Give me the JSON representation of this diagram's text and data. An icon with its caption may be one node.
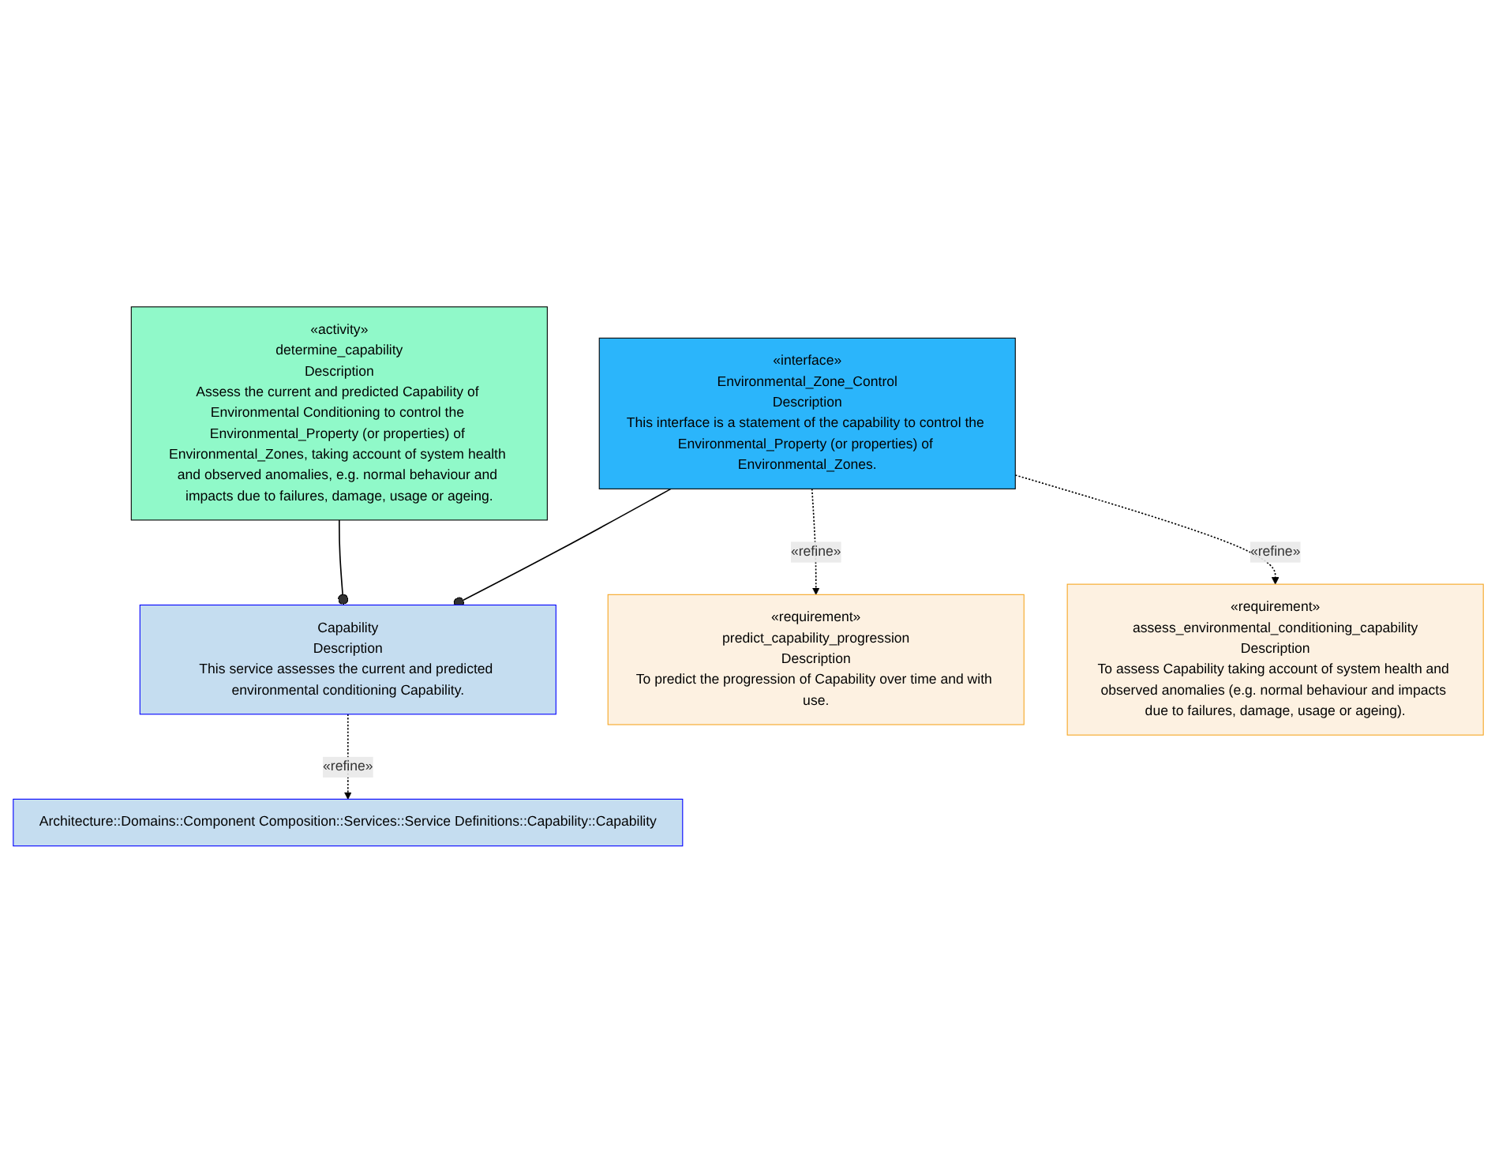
{
  "diagram": {
    "nodes": [
      {
        "text": [
          "Architecture::Domains::Component Composition::Services::Service Definitions::Capability::Capability"
        ]
      },
      {
        "text": [
          "Capability",
          "Description",
          "This service assesses the current and predicted environmental conditioning Capability."
        ]
      },
      {
        "text": [
          "«activity»",
          "determine_capability",
          "Description",
          "Assess the current and predicted Capability of Environmental Conditioning to control the Environmental_Property (or properties) of Environmental_Zones, taking account of system health and observed anomalies, e.g. normal behaviour and impacts due to failures, damage, usage or ageing."
        ]
      },
      {
        "text": [
          "«interface»",
          "Environmental_Zone_Control",
          "Description",
          "This interface is a statement of the capability to control the Environmental_Property (or properties) of Environmental_Zones."
        ]
      },
      {
        "text": [
          "«requirement»",
          "predict_capability_progression",
          "Description",
          "To predict the progression of Capability over time and with use."
        ]
      },
      {
        "text": [
          "«requirement»",
          "assess_environmental_conditioning_capability",
          "Description",
          "To assess Capability taking account of system health and observed anomalies (e.g. normal behaviour and impacts due to failures, damage, usage or ageing)."
        ]
      }
    ],
    "edges": [
      {
        "from": 1,
        "to": 0,
        "arrow": "to",
        "label": "«refine»",
        "style": "dashed"
      },
      {
        "from": 2,
        "to": 1,
        "arrow": "other"
      },
      {
        "from": 3,
        "to": 1,
        "arrow": "other"
      },
      {
        "from": 3,
        "to": 4,
        "arrow": "to",
        "label": "«refine»",
        "style": "dashed"
      },
      {
        "from": 3,
        "to": 5,
        "arrow": "to",
        "label": "«refine»",
        "style": "dashed"
      }
    ]
  }
}
